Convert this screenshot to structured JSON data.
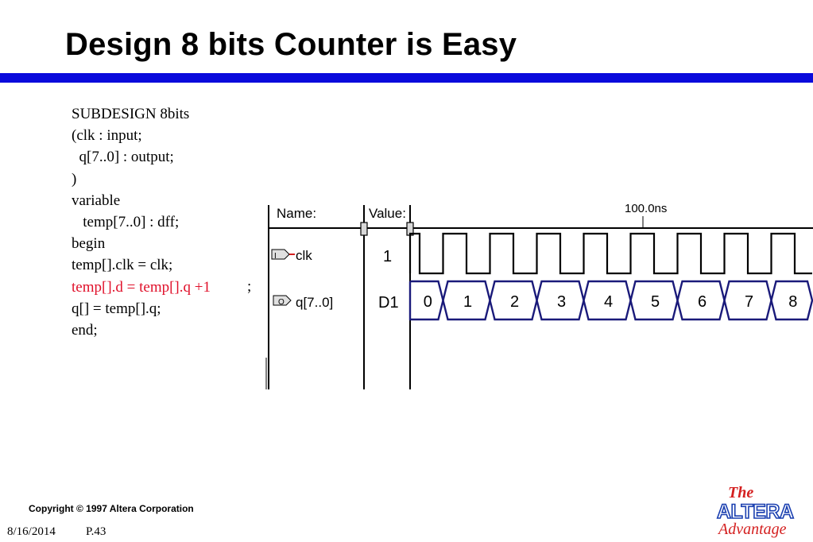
{
  "slide": {
    "title": "Design 8 bits Counter is Easy",
    "code_lines": [
      "SUBDESIGN 8bits",
      "(clk : input;",
      "  q[7..0] : output;",
      ")",
      "variable",
      "   temp[7..0] : dff;",
      "begin",
      "temp[].clk = clk;",
      "temp[].d = temp[].q +1",
      "q[] = temp[].q;",
      "end;"
    ],
    "semicolon": ";",
    "highlight_color": "#e0102a",
    "rule_color": "#0a0adc"
  },
  "waveform": {
    "header_name": "Name:",
    "header_value": "Value:",
    "time_marker": "100.0ns",
    "signals": [
      {
        "name": "clk",
        "value": "1",
        "icon": "input-pin-icon",
        "icon_letter": "I"
      },
      {
        "name": "q[7..0]",
        "value": "D1",
        "icon": "output-bus-icon",
        "icon_letter": "O"
      }
    ],
    "bus_values": [
      "0",
      "1",
      "2",
      "3",
      "4",
      "5",
      "6",
      "7",
      "8"
    ],
    "bus_color": "#1a1a7a"
  },
  "footer": {
    "copyright": "Copyright © 1997 Altera Corporation",
    "date": "8/16/2014",
    "page": "P.43"
  },
  "logo": {
    "line1": "The",
    "line2": "ALTERA",
    "line3": "Advantage",
    "red": "#d42020",
    "blue": "#1a3fb0"
  }
}
